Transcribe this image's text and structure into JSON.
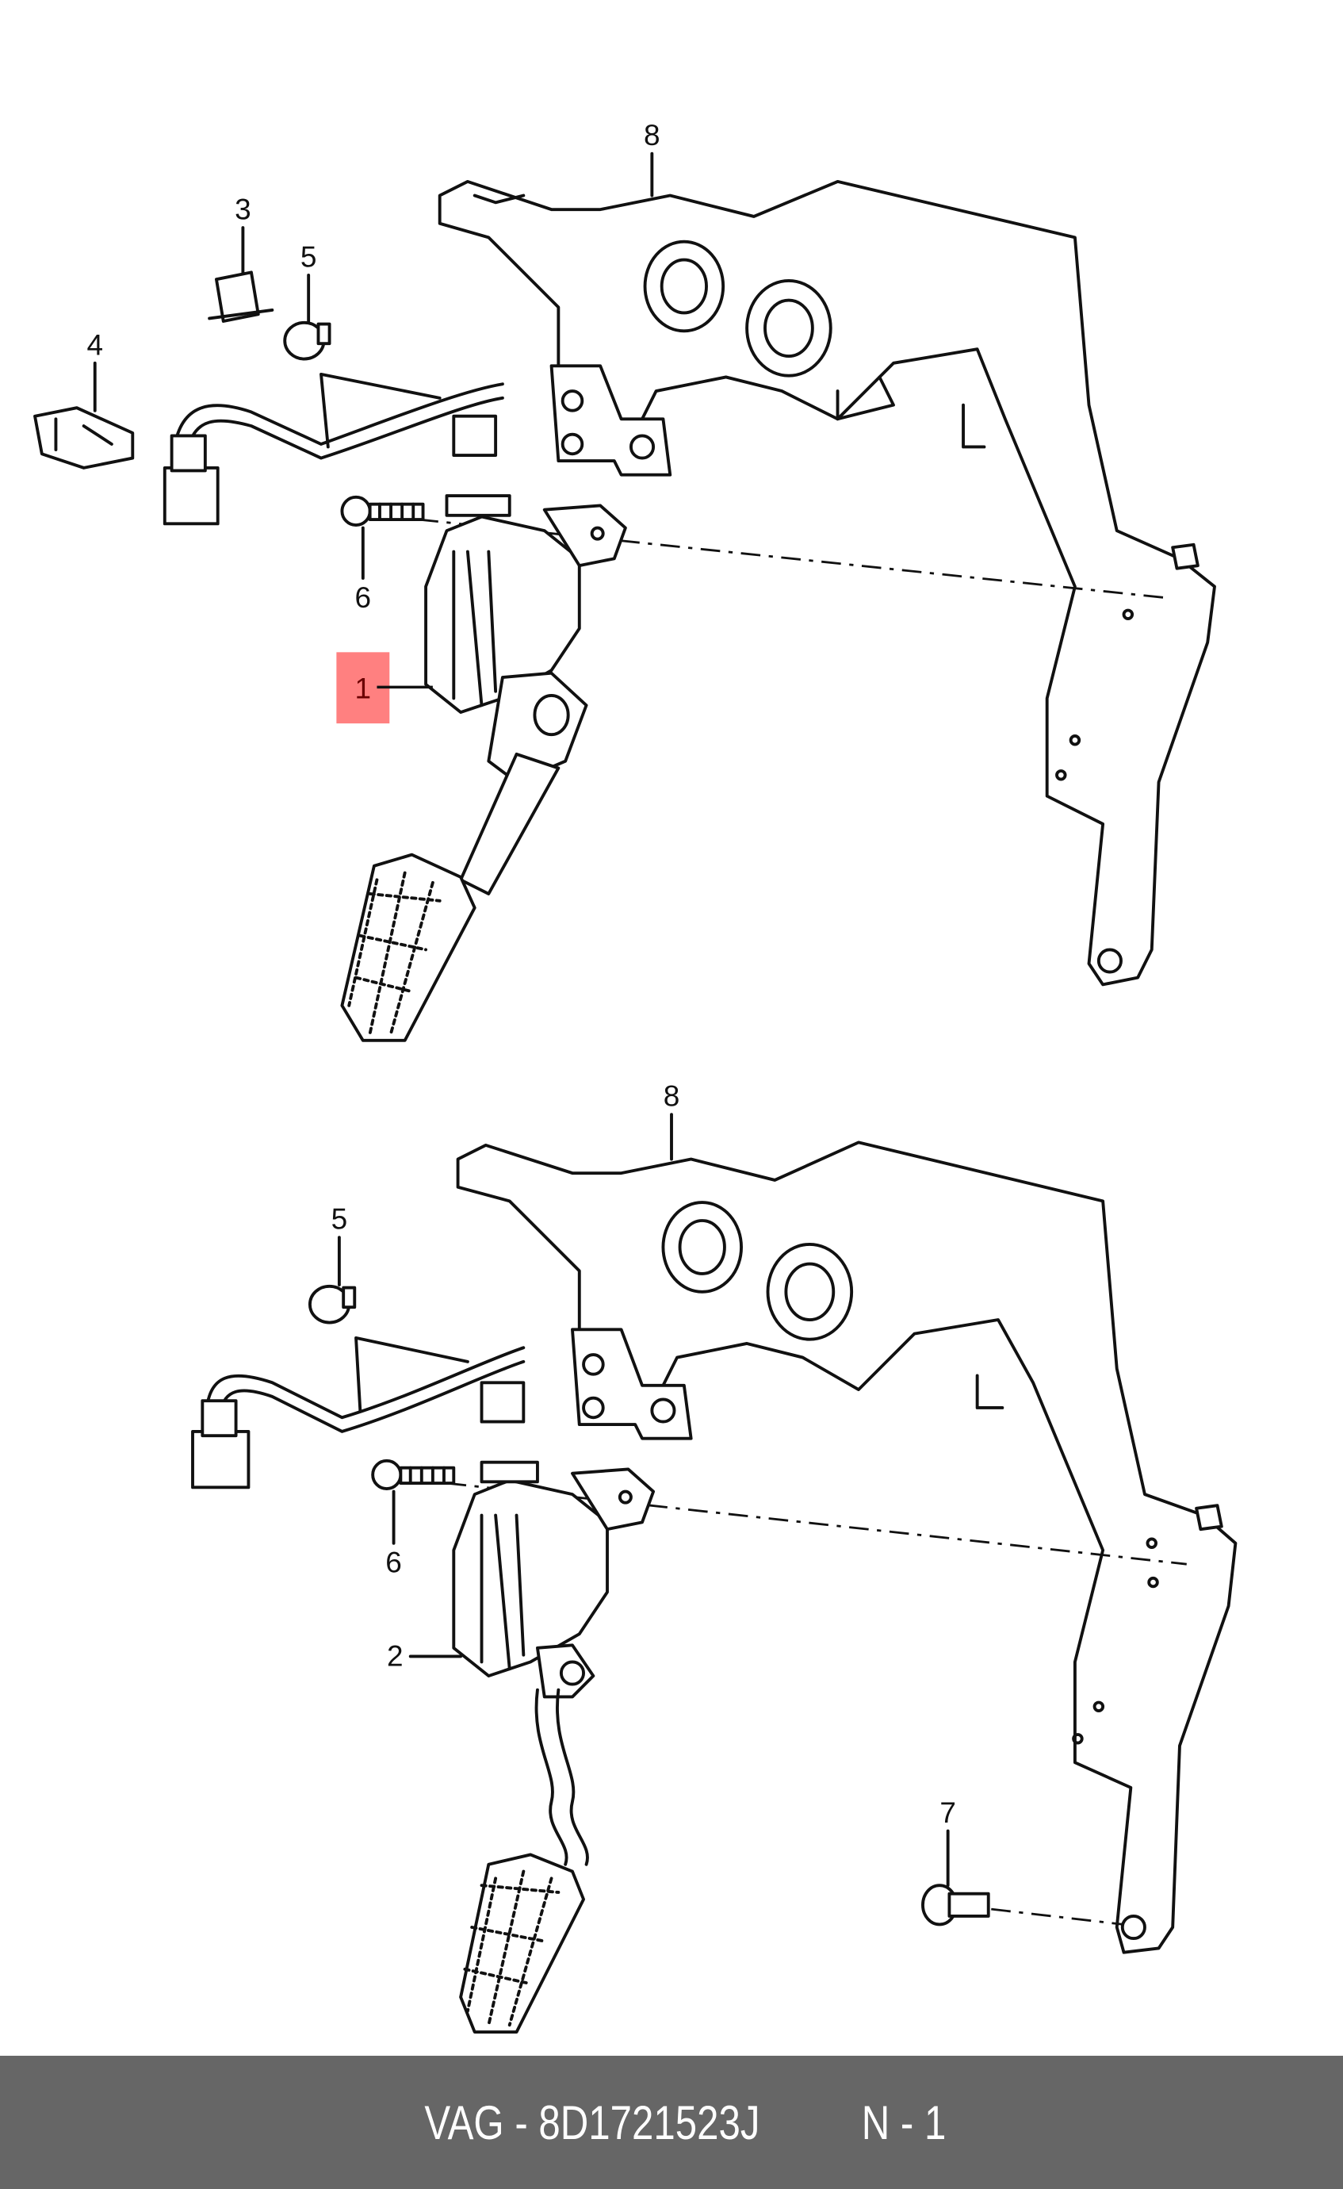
{
  "colors": {
    "highlight": "#ff8080",
    "footer_bg": "#666666",
    "footer_text": "#ffffff",
    "line": "#111111"
  },
  "upper_callouts": {
    "bracket": "8",
    "clip_bracket": "3",
    "cable_clip": "5",
    "connector": "4",
    "bolt": "6",
    "pedal_module_highlighted": "1"
  },
  "lower_callouts": {
    "bracket": "8",
    "cable_clip": "5",
    "bolt": "6",
    "pedal_module": "2",
    "stop_buffer": "7"
  },
  "footer": {
    "part_label": "VAG - 8D1721523J",
    "quantity_label": "N - 1"
  }
}
